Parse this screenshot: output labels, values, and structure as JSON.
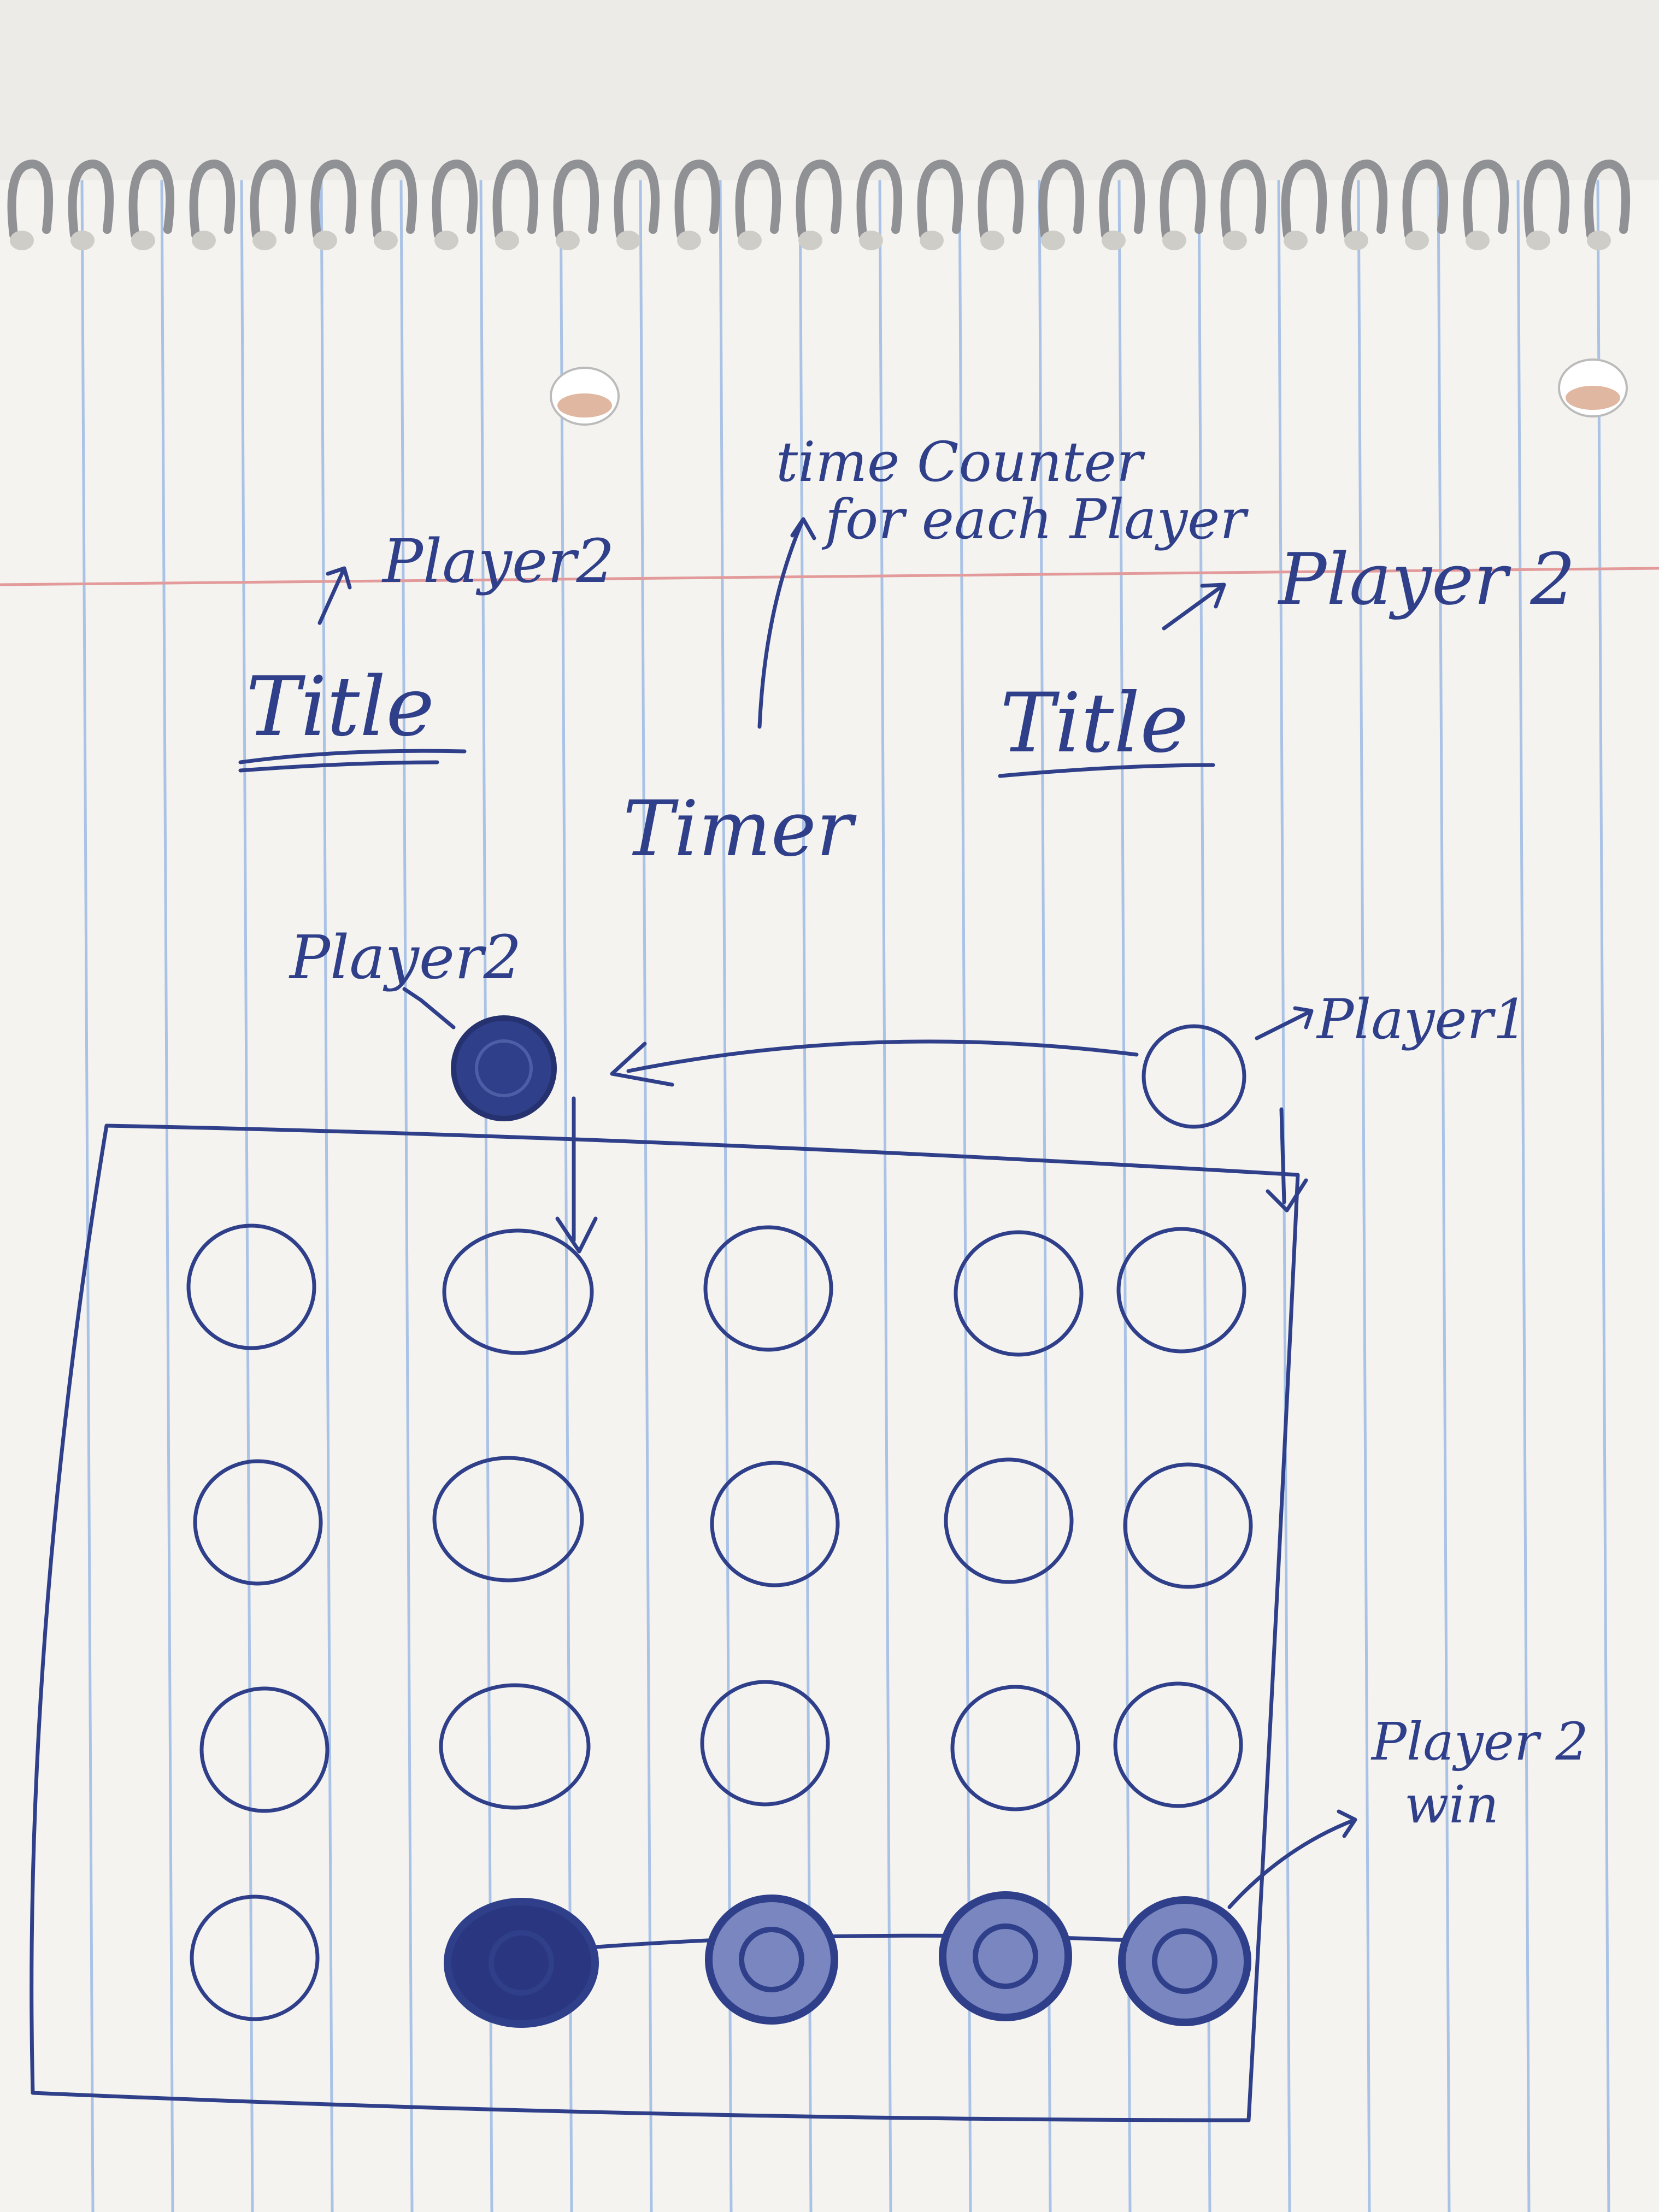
{
  "annotations": {
    "player_label_top_left": "Player2",
    "player_label_top_right": "Player 2",
    "title_left": "Title",
    "title_right": "Title",
    "timer_label": "Timer",
    "timer_note_line1": "time Counter",
    "timer_note_line2": "for each Player",
    "piece_label_left": "Player2",
    "piece_label_right": "Player1",
    "win_label_line1": "Player 2",
    "win_label_line2": "win"
  },
  "board": {
    "rows": 4,
    "cols": 5,
    "filled_cells": [
      [
        3,
        1
      ],
      [
        3,
        2
      ],
      [
        3,
        3
      ],
      [
        3,
        4
      ]
    ]
  },
  "colors": {
    "ink": "#2f3f8a",
    "paper": "#f4f3ef",
    "rule_blue": "#a9c2e6",
    "margin_red": "#e39a9a"
  }
}
